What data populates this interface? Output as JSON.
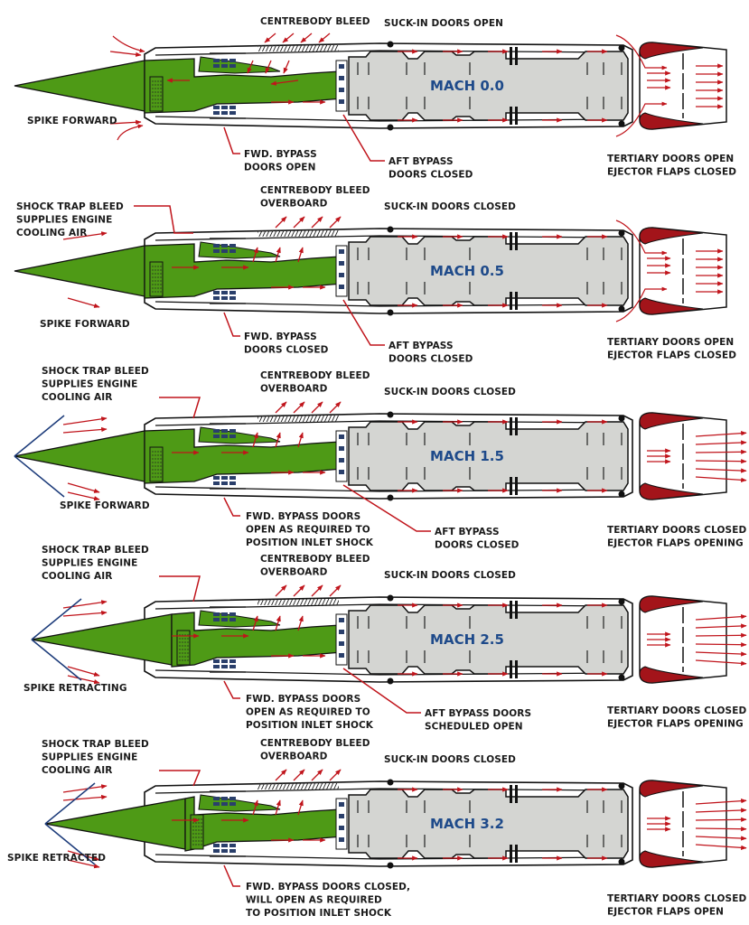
{
  "title": "J58 engine airflow at various flight Mach numbers",
  "colors": {
    "spike": "#4e9a16",
    "core": "#d4d5d2",
    "arrow": "#c0141b",
    "ejector": "#a3141a",
    "shock": "#1c3b7a",
    "mach_text": "#1e4a8a",
    "outline": "#111111"
  },
  "panels": [
    {
      "mach": "MACH 0.0",
      "spike_mode": "forward",
      "shock_cone": false,
      "spike_label": [
        "SPIKE FORWARD"
      ],
      "shock_trap_label": [],
      "centrebody_label": [
        "CENTREBODY BLEED"
      ],
      "suck_in_label": [
        "SUCK-IN DOORS OPEN"
      ],
      "fwd_bypass_label": [
        "FWD. BYPASS",
        "DOORS OPEN"
      ],
      "aft_bypass_label": [
        "AFT BYPASS",
        "DOORS CLOSED"
      ],
      "nozzle_label": [
        "TERTIARY DOORS OPEN",
        "EJECTOR FLAPS CLOSED"
      ]
    },
    {
      "mach": "MACH 0.5",
      "spike_mode": "forward",
      "shock_cone": false,
      "spike_label": [
        "SPIKE FORWARD"
      ],
      "shock_trap_label": [
        "SHOCK TRAP BLEED",
        "SUPPLIES ENGINE",
        "COOLING AIR"
      ],
      "centrebody_label": [
        "CENTREBODY BLEED",
        "OVERBOARD"
      ],
      "suck_in_label": [
        "SUCK-IN DOORS CLOSED"
      ],
      "fwd_bypass_label": [
        "FWD. BYPASS",
        "DOORS CLOSED"
      ],
      "aft_bypass_label": [
        "AFT BYPASS",
        "DOORS CLOSED"
      ],
      "nozzle_label": [
        "TERTIARY DOORS OPEN",
        "EJECTOR FLAPS CLOSED"
      ]
    },
    {
      "mach": "MACH 1.5",
      "spike_mode": "forward",
      "shock_cone": true,
      "spike_label": [
        "SPIKE FORWARD"
      ],
      "shock_trap_label": [
        "SHOCK TRAP BLEED",
        "SUPPLIES ENGINE",
        "COOLING AIR"
      ],
      "centrebody_label": [
        "CENTREBODY BLEED",
        "OVERBOARD"
      ],
      "suck_in_label": [
        "SUCK-IN DOORS CLOSED"
      ],
      "fwd_bypass_label": [
        "FWD. BYPASS DOORS",
        "OPEN AS REQUIRED TO",
        "POSITION INLET SHOCK"
      ],
      "aft_bypass_label": [
        "AFT BYPASS",
        "DOORS CLOSED"
      ],
      "nozzle_label": [
        "TERTIARY DOORS CLOSED",
        "EJECTOR FLAPS OPENING"
      ]
    },
    {
      "mach": "MACH 2.5",
      "spike_mode": "retracting",
      "shock_cone": true,
      "spike_label": [
        "SPIKE RETRACTING"
      ],
      "shock_trap_label": [
        "SHOCK TRAP BLEED",
        "SUPPLIES ENGINE",
        "COOLING AIR"
      ],
      "centrebody_label": [
        "CENTREBODY BLEED",
        "OVERBOARD"
      ],
      "suck_in_label": [
        "SUCK-IN DOORS CLOSED"
      ],
      "fwd_bypass_label": [
        "FWD. BYPASS DOORS",
        "OPEN AS REQUIRED TO",
        "POSITION INLET SHOCK"
      ],
      "aft_bypass_label": [
        "AFT BYPASS DOORS",
        "SCHEDULED OPEN"
      ],
      "nozzle_label": [
        "TERTIARY DOORS CLOSED",
        "EJECTOR FLAPS OPENING"
      ]
    },
    {
      "mach": "MACH 3.2",
      "spike_mode": "retracted",
      "shock_cone": true,
      "spike_label": [
        "SPIKE RETRACTED"
      ],
      "shock_trap_label": [
        "SHOCK TRAP BLEED",
        "SUPPLIES ENGINE",
        "COOLING AIR"
      ],
      "centrebody_label": [
        "CENTREBODY BLEED",
        "OVERBOARD"
      ],
      "suck_in_label": [
        "SUCK-IN DOORS CLOSED"
      ],
      "fwd_bypass_label": [
        "FWD. BYPASS DOORS CLOSED,",
        "WILL OPEN AS REQUIRED",
        "TO POSITION INLET SHOCK"
      ],
      "aft_bypass_label": [],
      "nozzle_label": [
        "TERTIARY DOORS CLOSED",
        "EJECTOR FLAPS OPEN"
      ]
    }
  ]
}
